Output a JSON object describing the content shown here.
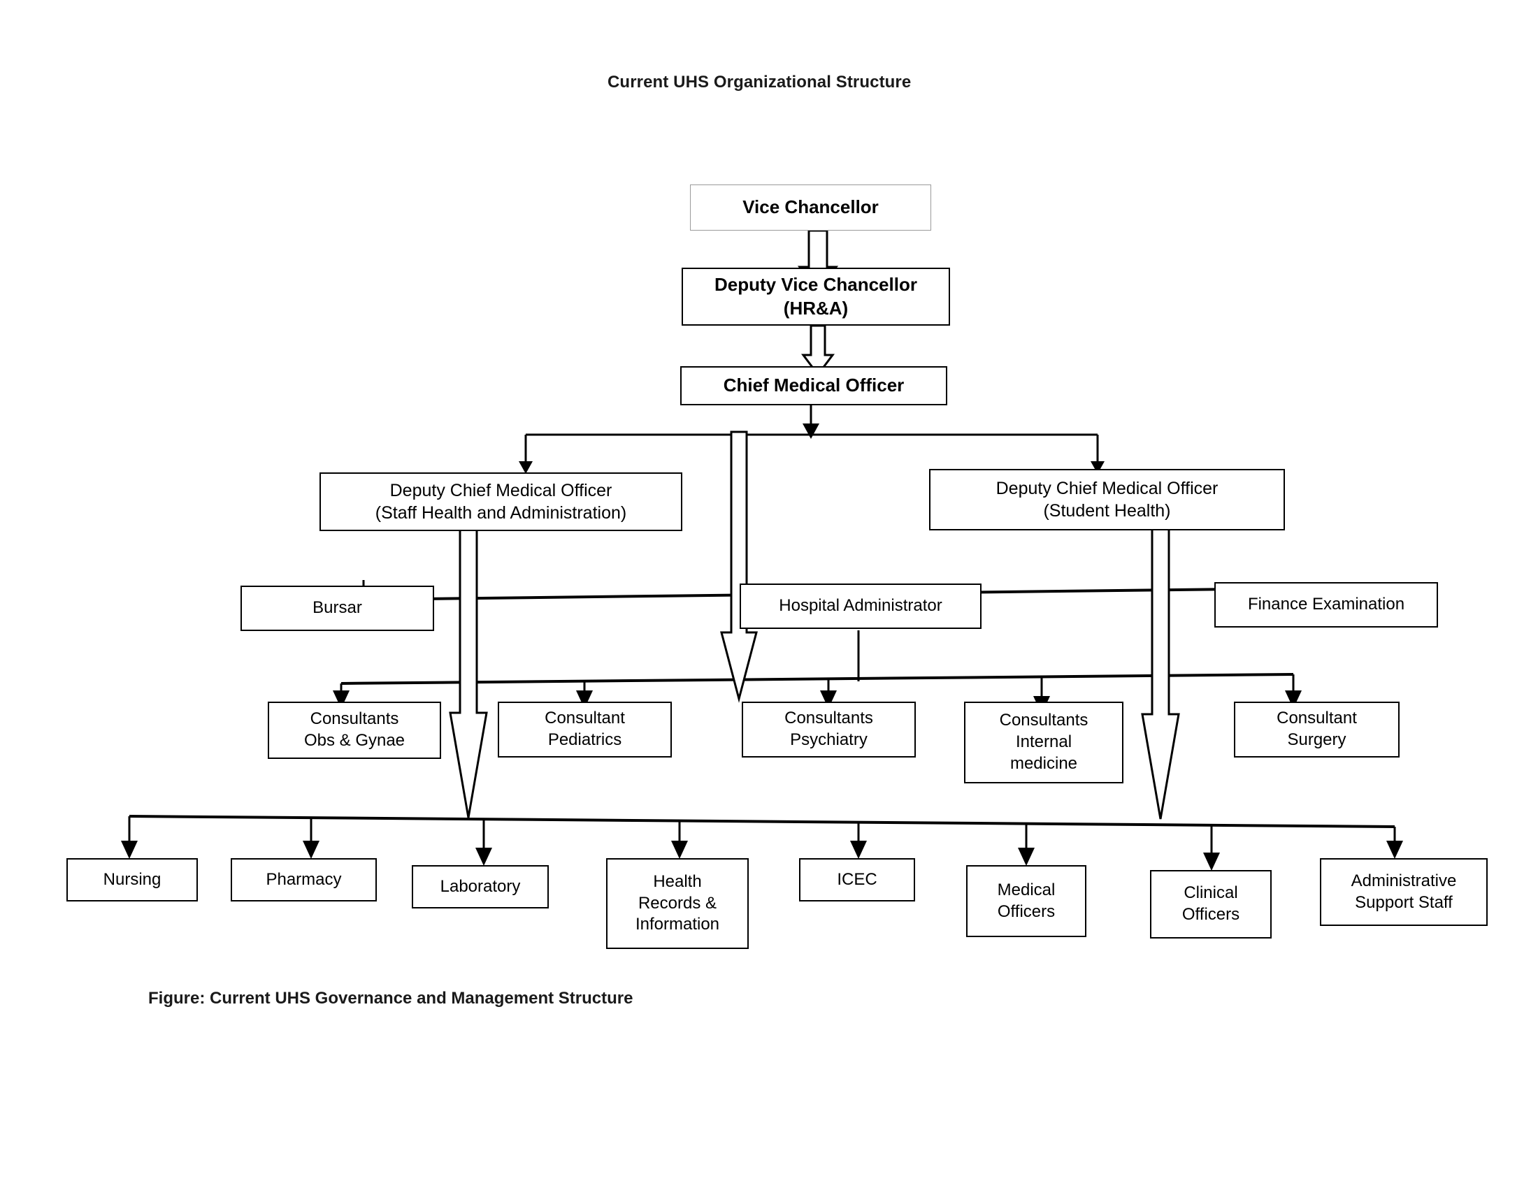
{
  "page": {
    "title": "Current UHS Organizational Structure",
    "caption": "Figure: Current UHS Governance and Management Structure",
    "background": "#ffffff",
    "line_color": "#000000"
  },
  "chart_data": {
    "type": "diagram",
    "diagram_kind": "organizational-chart",
    "title": "Current UHS Organizational Structure",
    "caption": "Figure: Current UHS Governance and Management Structure",
    "levels": [
      {
        "level": 1,
        "nodes": [
          "Vice Chancellor"
        ]
      },
      {
        "level": 2,
        "nodes": [
          "Deputy Vice Chancellor (HR&A)"
        ]
      },
      {
        "level": 3,
        "nodes": [
          "Chief Medical Officer"
        ]
      },
      {
        "level": 4,
        "nodes": [
          "Deputy Chief Medical Officer (Staff  Health and Administration)",
          "Deputy Chief Medical Officer (Student Health)"
        ]
      },
      {
        "level": 5,
        "nodes": [
          "Bursar",
          "Hospital Administrator",
          "Finance Examination"
        ]
      },
      {
        "level": 6,
        "nodes": [
          "Consultants Obs & Gynae",
          "Consultant Pediatrics",
          "Consultants Psychiatry",
          "Consultants Internal medicine",
          "Consultant Surgery"
        ]
      },
      {
        "level": 7,
        "nodes": [
          "Nursing",
          "Pharmacy",
          "Laboratory",
          "Health Records & Information",
          "ICEC",
          "Medical Officers",
          "Clinical Officers",
          "Administrative Support Staff"
        ]
      }
    ],
    "edges": [
      {
        "from": "Vice Chancellor",
        "to": "Deputy Vice Chancellor (HR&A)",
        "style": "block-arrow"
      },
      {
        "from": "Deputy Vice Chancellor (HR&A)",
        "to": "Chief Medical Officer",
        "style": "block-arrow"
      },
      {
        "from": "Chief Medical Officer",
        "to": "Deputy Chief Medical Officer (Staff  Health and Administration)",
        "style": "line-arrow"
      },
      {
        "from": "Chief Medical Officer",
        "to": "Deputy Chief Medical Officer (Student Health)",
        "style": "line-arrow"
      },
      {
        "from": "Chief Medical Officer",
        "to": "Consultants bus",
        "style": "block-arrow"
      },
      {
        "from": "Deputy Chief Medical Officer (Staff  Health and Administration)",
        "to": "Support staff bus",
        "style": "block-arrow"
      },
      {
        "from": "Deputy Chief Medical Officer (Student Health)",
        "to": "Support staff bus",
        "style": "block-arrow"
      },
      {
        "from": "Administration bus",
        "to": "Bursar",
        "style": "line-arrow"
      },
      {
        "from": "Administration bus",
        "to": "Hospital Administrator",
        "style": "line-arrow"
      },
      {
        "from": "Administration bus",
        "to": "Finance Examination",
        "style": "line-arrow"
      },
      {
        "from": "Hospital Administrator",
        "to": "Consultants bus",
        "style": "line"
      },
      {
        "from": "Consultants bus",
        "to": "Consultants Obs & Gynae",
        "style": "line-arrow"
      },
      {
        "from": "Consultants bus",
        "to": "Consultant Pediatrics",
        "style": "line-arrow"
      },
      {
        "from": "Consultants bus",
        "to": "Consultants Psychiatry",
        "style": "line-arrow"
      },
      {
        "from": "Consultants bus",
        "to": "Consultants Internal medicine",
        "style": "line-arrow"
      },
      {
        "from": "Consultants bus",
        "to": "Consultant Surgery",
        "style": "line-arrow"
      },
      {
        "from": "Support staff bus",
        "to": "Nursing",
        "style": "line-arrow"
      },
      {
        "from": "Support staff bus",
        "to": "Pharmacy",
        "style": "line-arrow"
      },
      {
        "from": "Support staff bus",
        "to": "Laboratory",
        "style": "line-arrow"
      },
      {
        "from": "Support staff bus",
        "to": "Health Records & Information",
        "style": "line-arrow"
      },
      {
        "from": "Support staff bus",
        "to": "ICEC",
        "style": "line-arrow"
      },
      {
        "from": "Support staff bus",
        "to": "Medical Officers",
        "style": "line-arrow"
      },
      {
        "from": "Support staff bus",
        "to": "Clinical Officers",
        "style": "line-arrow"
      },
      {
        "from": "Support staff bus",
        "to": "Administrative Support Staff",
        "style": "line-arrow"
      }
    ]
  },
  "nodes": {
    "vice_chancellor": "Vice Chancellor",
    "deputy_vice_chancellor_l1": "Deputy Vice Chancellor",
    "deputy_vice_chancellor_l2": "(HR&A)",
    "chief_medical_officer": "Chief Medical Officer",
    "dcmo_staff_l1": "Deputy Chief Medical Officer",
    "dcmo_staff_l2": "(Staff  Health and Administration)",
    "dcmo_student_l1": "Deputy Chief Medical Officer",
    "dcmo_student_l2": "(Student Health)",
    "bursar": "Bursar",
    "hospital_administrator": "Hospital Administrator",
    "finance_examination": "Finance Examination",
    "consultants_obs_l1": "Consultants",
    "consultants_obs_l2": "Obs & Gynae",
    "consultant_peds_l1": "Consultant",
    "consultant_peds_l2": "Pediatrics",
    "consultants_psych_l1": "Consultants",
    "consultants_psych_l2": "Psychiatry",
    "consultants_internal_l1": "Consultants",
    "consultants_internal_l2": "Internal",
    "consultants_internal_l3": "medicine",
    "consultant_surgery_l1": "Consultant",
    "consultant_surgery_l2": "Surgery",
    "nursing": "Nursing",
    "pharmacy": "Pharmacy",
    "laboratory": "Laboratory",
    "health_records_l1": "Health",
    "health_records_l2": "Records &",
    "health_records_l3": "Information",
    "icec": "ICEC",
    "medical_officers_l1": "Medical",
    "medical_officers_l2": "Officers",
    "clinical_officers_l1": "Clinical",
    "clinical_officers_l2": "Officers",
    "admin_support_l1": "Administrative",
    "admin_support_l2": "Support Staff"
  }
}
